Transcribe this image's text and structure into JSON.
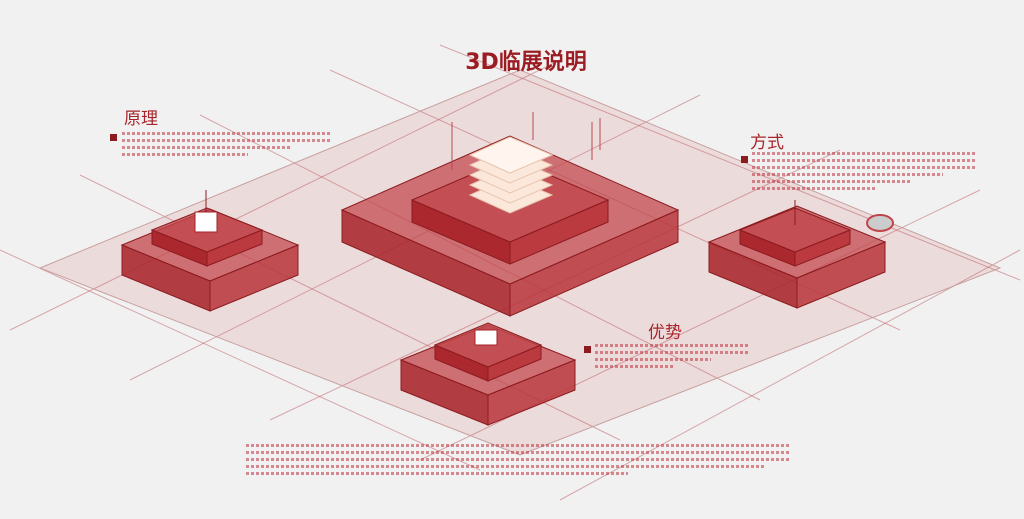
{
  "title": "3D临展说明",
  "sections": [
    {
      "label": "原理"
    },
    {
      "label": "方式"
    },
    {
      "label": "优势"
    }
  ],
  "colors": {
    "accent": "#9b1c22",
    "block": "#b0282e",
    "floor": "#e6c9c9",
    "background": "#f1f1f1",
    "cake": "#fbe8da"
  },
  "icons": [
    "grid-icon",
    "cake-icon",
    "shop-icon",
    "oval-icon"
  ]
}
